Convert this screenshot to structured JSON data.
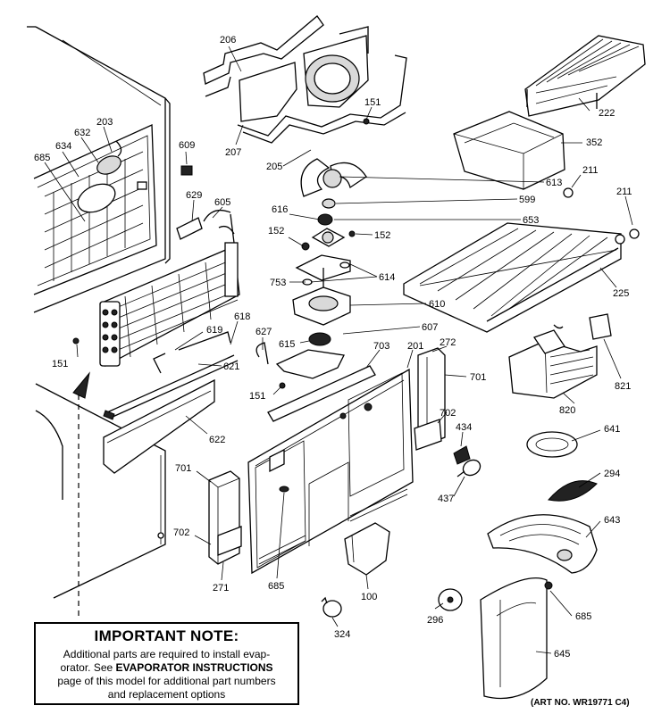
{
  "note": {
    "title": "IMPORTANT NOTE:",
    "line1": "Additional parts are required to install evap-",
    "line2_prefix": "orator.  See ",
    "line2_bold": "EVAPORATOR INSTRUCTIONS",
    "line3": "page of this model for additional part numbers",
    "line4": "and replacement options"
  },
  "art_number": "(ART NO. WR19771 C4)",
  "part_labels": {
    "l206": "206",
    "l207": "207",
    "l205": "205",
    "l151a": "151",
    "l222": "222",
    "l352": "352",
    "l211a": "211",
    "l211b": "211",
    "l609": "609",
    "l613": "613",
    "l599": "599",
    "l616": "616",
    "l653": "653",
    "l629": "629",
    "l605": "605",
    "l152a": "152",
    "l152b": "152",
    "l203": "203",
    "l632": "632",
    "l634": "634",
    "l685a": "685",
    "l753": "753",
    "l614": "614",
    "l225": "225",
    "l610": "610",
    "l618": "618",
    "l619": "619",
    "l627": "627",
    "l607": "607",
    "l615": "615",
    "l703": "703",
    "l201": "201",
    "l272": "272",
    "l701a": "701",
    "l151b": "151",
    "l621": "621",
    "l151c": "151",
    "l821": "821",
    "l820": "820",
    "l702a": "702",
    "l434": "434",
    "l641": "641",
    "l622": "622",
    "l701b": "701",
    "l294": "294",
    "l437": "437",
    "l643": "643",
    "l702b": "702",
    "l271": "271",
    "l685b": "685",
    "l100": "100",
    "l296": "296",
    "l685c": "685",
    "l324": "324",
    "l645": "645"
  }
}
